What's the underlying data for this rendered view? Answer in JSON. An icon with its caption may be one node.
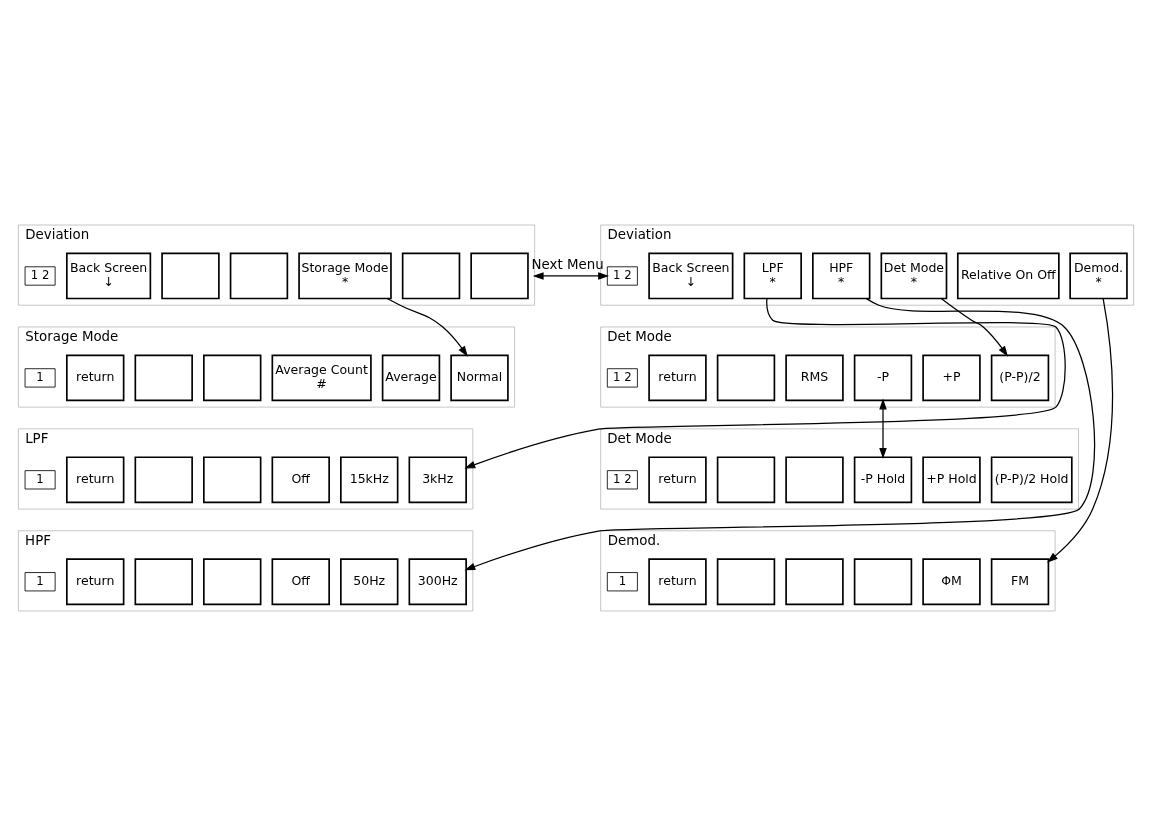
{
  "diagram": {
    "nodes": [
      {
        "text": [
          "Deviation"
        ]
      },
      {
        "text": [
          "Demod.",
          "*"
        ],
        "in": 0
      },
      {
        "text": [
          "Relative On Off"
        ],
        "in": 0
      },
      {
        "text": [
          "Det Mode",
          "*"
        ],
        "in": 0
      },
      {
        "text": [
          "HPF",
          "*"
        ],
        "in": 0
      },
      {
        "text": [
          "LPF",
          "*"
        ],
        "in": 0
      },
      {
        "text": [
          "Back Screen",
          "↓"
        ],
        "in": 0
      },
      {
        "text": [
          "1 2"
        ],
        "in": 0
      },
      {
        "text": [
          "Deviation"
        ]
      },
      {
        "text": [],
        "shape": "box",
        "in": 8
      },
      {
        "text": [],
        "shape": "box",
        "in": 8
      },
      {
        "text": [
          "Storage Mode",
          "*"
        ],
        "in": 8
      },
      {
        "text": [],
        "shape": "box",
        "in": 8
      },
      {
        "text": [],
        "shape": "box",
        "in": 8
      },
      {
        "text": [
          "Back Screen",
          "↓"
        ],
        "in": 8
      },
      {
        "text": [
          "1 2"
        ],
        "in": 8
      },
      {
        "text": [
          "Det Mode"
        ]
      },
      {
        "text": [
          "(P-P)/2"
        ],
        "in": 16
      },
      {
        "text": [
          "+P"
        ],
        "in": 16
      },
      {
        "text": [
          "-P"
        ],
        "in": 16
      },
      {
        "text": [
          "RMS"
        ],
        "in": 16
      },
      {
        "text": [],
        "shape": "box",
        "in": 16
      },
      {
        "text": [
          "return"
        ],
        "in": 16
      },
      {
        "text": [
          "1 2"
        ],
        "in": 16
      },
      {
        "text": [
          "Det Mode"
        ]
      },
      {
        "text": [
          "(P-P)/2 Hold"
        ],
        "in": 24
      },
      {
        "text": [
          "+P Hold"
        ],
        "in": 24
      },
      {
        "text": [
          "-P Hold"
        ],
        "in": 24
      },
      {
        "text": [],
        "shape": "box",
        "in": 24
      },
      {
        "text": [],
        "shape": "box",
        "in": 24
      },
      {
        "text": [
          "return"
        ],
        "in": 24
      },
      {
        "text": [
          "1 2"
        ],
        "in": 24
      },
      {
        "text": [
          "Demod."
        ]
      },
      {
        "text": [
          "FM"
        ],
        "in": 32
      },
      {
        "text": [
          "ΦM"
        ],
        "in": 32
      },
      {
        "text": [],
        "shape": "box",
        "in": 32
      },
      {
        "text": [],
        "shape": "box",
        "in": 32
      },
      {
        "text": [],
        "shape": "box",
        "in": 32
      },
      {
        "text": [
          "return"
        ],
        "in": 32
      },
      {
        "text": [
          "1"
        ],
        "in": 32
      },
      {
        "text": [
          "Storage Mode"
        ]
      },
      {
        "text": [
          "Normal"
        ],
        "in": 40
      },
      {
        "text": [
          "Average"
        ],
        "in": 40
      },
      {
        "text": [
          "Average Count",
          "#"
        ],
        "in": 40
      },
      {
        "text": [],
        "shape": "box",
        "in": 40
      },
      {
        "text": [],
        "shape": "box",
        "in": 40
      },
      {
        "text": [
          "return"
        ],
        "in": 40
      },
      {
        "text": [
          "1"
        ],
        "in": 40
      },
      {
        "text": [
          "LPF"
        ]
      },
      {
        "text": [
          "3kHz"
        ],
        "in": 48
      },
      {
        "text": [
          "15kHz"
        ],
        "in": 48
      },
      {
        "text": [
          "Off"
        ],
        "in": 48
      },
      {
        "text": [],
        "shape": "box",
        "in": 48
      },
      {
        "text": [],
        "shape": "box",
        "in": 48
      },
      {
        "text": [
          "return"
        ],
        "in": 48
      },
      {
        "text": [
          "1"
        ],
        "in": 48
      },
      {
        "text": [
          "HPF"
        ]
      },
      {
        "text": [
          "300Hz"
        ],
        "in": 56
      },
      {
        "text": [
          "50Hz"
        ],
        "in": 56
      },
      {
        "text": [
          "Off"
        ],
        "in": 56
      },
      {
        "text": [],
        "shape": "box",
        "in": 56
      },
      {
        "text": [],
        "shape": "box",
        "in": 56
      },
      {
        "text": [
          "return"
        ],
        "in": 56
      },
      {
        "text": [
          "1"
        ],
        "in": 56
      }
    ],
    "edges": [
      {
        "from": 7,
        "to": 8,
        "arrow": "both",
        "label": "Next Menu"
      },
      {
        "from": 1,
        "to": 33,
        "arrow": "to"
      },
      {
        "from": 3,
        "to": 17,
        "arrow": "to"
      },
      {
        "from": 4,
        "to": 57,
        "arrow": "to"
      },
      {
        "from": 5,
        "to": 49,
        "arrow": "to"
      },
      {
        "from": 11,
        "to": 41,
        "arrow": "to"
      },
      {
        "from": 19,
        "to": 27,
        "arrow": "both"
      }
    ]
  }
}
